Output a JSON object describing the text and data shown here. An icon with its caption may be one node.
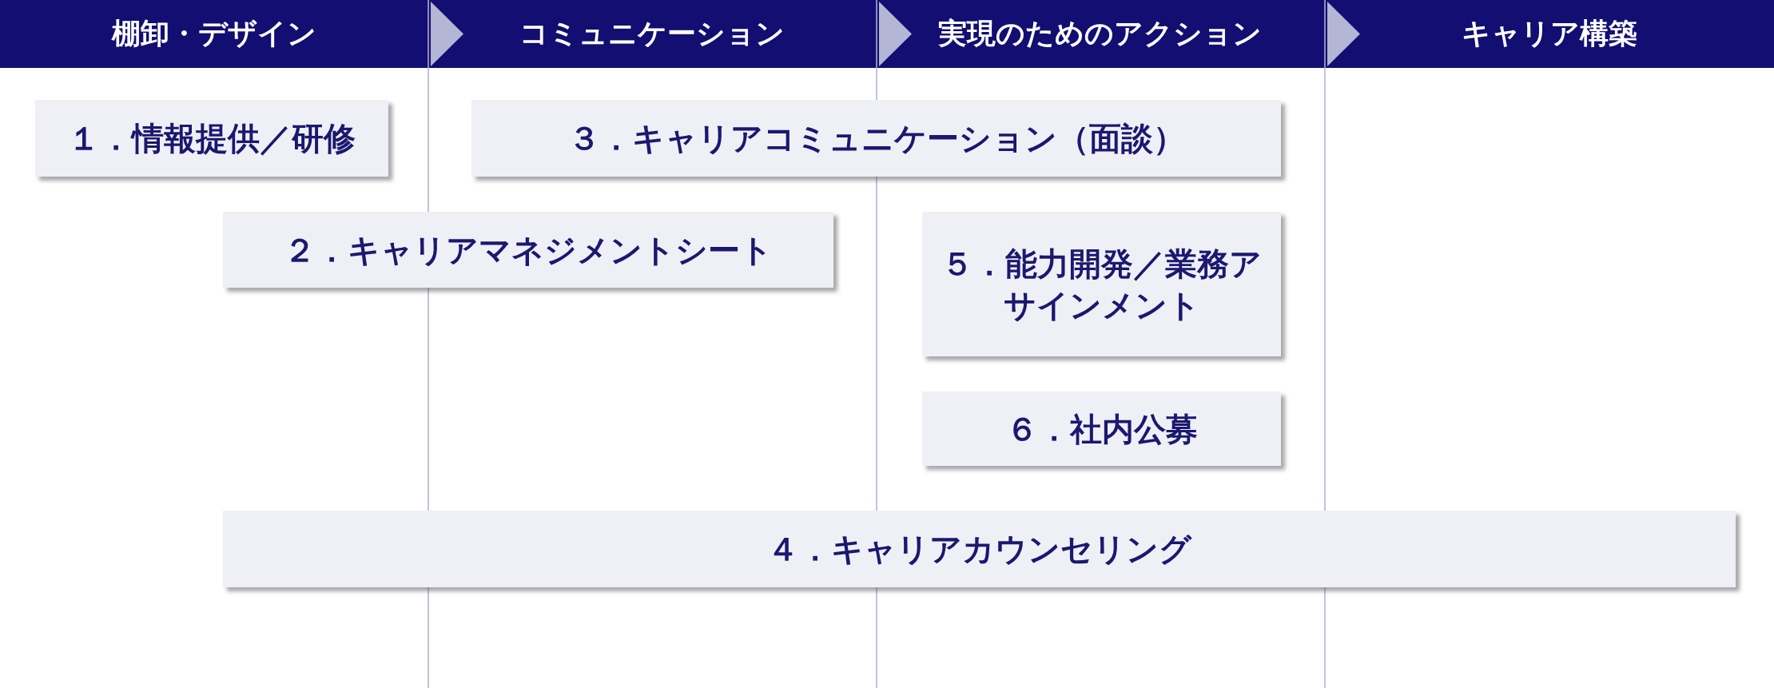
{
  "diagram": {
    "nodes": [
      {
        "text": [
          "棚卸・デザイン"
        ]
      },
      {
        "text": [
          "コミュニケーション"
        ]
      },
      {
        "text": [
          "実現のためのアクション"
        ]
      },
      {
        "text": [
          "キャリア構築"
        ]
      },
      {
        "text": [
          "１．情報提供／研修"
        ]
      },
      {
        "text": [
          "３．キャリアコミュニケーション（面談）"
        ]
      },
      {
        "text": [
          "２．キャリアマネジメントシート"
        ]
      },
      {
        "text": [
          "５．能力開発／業務アサインメント"
        ]
      },
      {
        "text": [
          "６．社内公募"
        ]
      },
      {
        "text": [
          "４．キャリアカウンセリング"
        ]
      }
    ],
    "edges": [
      {
        "from": 0,
        "to": 1,
        "arrow": "to"
      },
      {
        "from": 1,
        "to": 2,
        "arrow": "to"
      },
      {
        "from": 2,
        "to": 3,
        "arrow": "to"
      }
    ]
  }
}
